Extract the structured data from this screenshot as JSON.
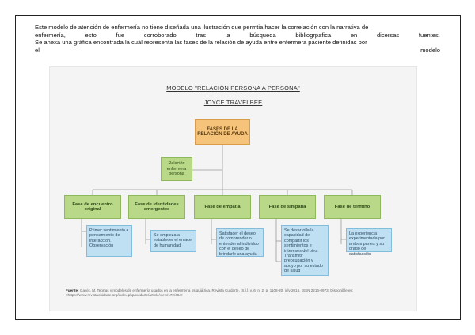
{
  "paragraph": {
    "line1": "Este modelo de atención de enfermería no tiene diseñada una ilustración que permtia hacer la correlación con la narrativa de",
    "line2_words": [
      "enfermería,",
      "esto",
      "fue",
      "corroborado",
      "tras",
      "la",
      "búsqueda",
      "bibliogrpafica",
      "en",
      "dicersas",
      "fuentes."
    ],
    "line3": "Se anexa una gráfica encontrada la cuál representa las fases de la relación de ayuda entre enfermera paciente definidas por",
    "line4_left": "el",
    "line4_right": "modelo"
  },
  "figure": {
    "title": "MODELO \"RELACIÓN PERSONA A PERSONA\"",
    "author": "JOYCE TRAVELBEE",
    "root": "FASES DE LA RELACIÓN DE AYUDA",
    "relation": "Relación enfermera persona",
    "phases": [
      {
        "name": "Fase de encuentro original",
        "desc": "Primer sentimiento a pensamiento de interacción. Observación"
      },
      {
        "name": "Fase de identidades emergentes",
        "desc": "Se empieza a establecer el enlace de humanidad"
      },
      {
        "name": "Fase de empatía",
        "desc": "Satisfacer el deseo de comprender o entender al individuo con el deseo de brindarle una ayuda"
      },
      {
        "name": "Fase de simpatía",
        "desc": "Se desarrolla la capacidad de compartir los sentimientos e intereses del otro. Transmitir preocupación y apoyo por su estado de salud"
      },
      {
        "name": "Fase de término",
        "desc": "La experiencia experimentada por ambos partes y su grado de satisfacción"
      }
    ],
    "source_label": "Fuente:",
    "source_text": "Galvis, M. Teorías y modelos de enfermería usados en la enfermería psiquiátrica. Revista Cuidarte, [S.l.], v. 6, n. 2, p. 1108-20, july 2015. ISSN 2216-0973. Disponible en: <https://www.revistacuidarte.org/index.php/cuidarte/article/view/172/454>",
    "colors": {
      "root": "#f5c37a",
      "phase": "#b9d989",
      "desc": "#bfe0f3",
      "line": "#9a9a9a"
    }
  }
}
